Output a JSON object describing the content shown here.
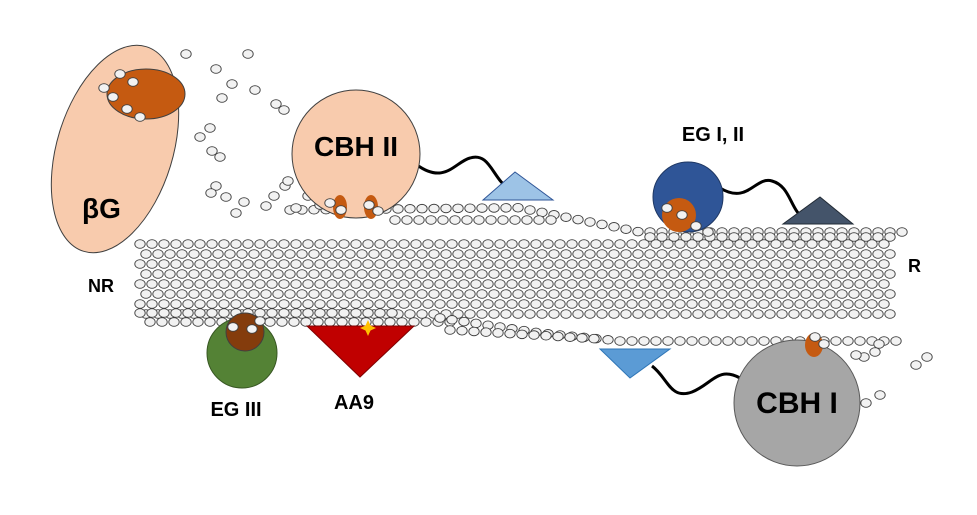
{
  "labels": {
    "beta_glucosidase": "βG",
    "cbh2": "CBH II",
    "eg12": "EG I, II",
    "eg3": "EG III",
    "aa9": "AA9",
    "cbh1": "CBH I",
    "non_reducing_end": "NR",
    "reducing_end": "R"
  },
  "colors": {
    "peach": "#f8cbad",
    "orange_site": "#c55a11",
    "navy": "#2f5597",
    "green": "#548235",
    "brown": "#843c0c",
    "red": "#c00000",
    "gray": "#a6a6a6",
    "light_blue": "#9dc3e6",
    "mid_blue": "#5b9bd5",
    "slate": "#44546a",
    "bead_fill": "#f2f2f2",
    "bead_stroke": "#404040",
    "spark": "#ffc000"
  }
}
